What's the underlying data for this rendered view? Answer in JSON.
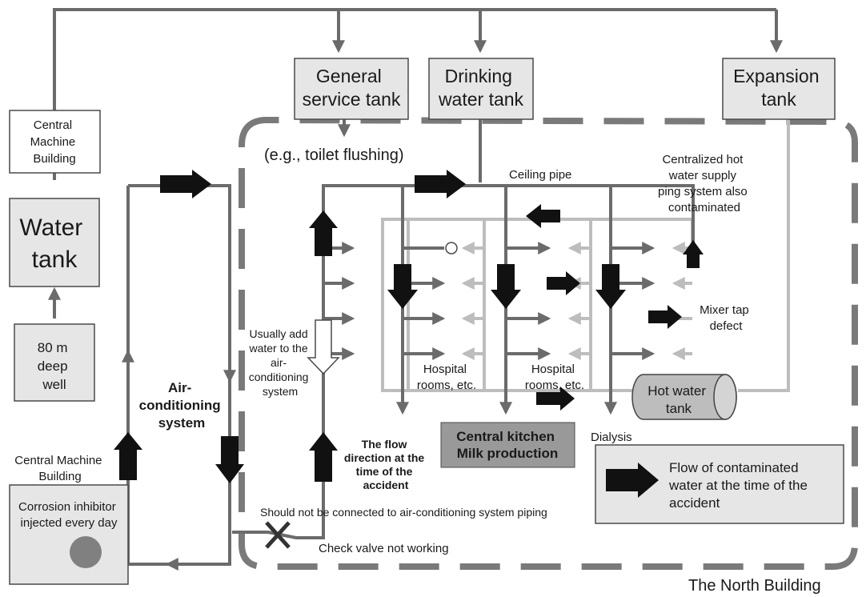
{
  "tanks": {
    "general_service": [
      "General",
      "service tank"
    ],
    "drinking_water": [
      "Drinking",
      "water tank"
    ],
    "expansion": [
      "Expansion",
      "tank"
    ],
    "water_tank": [
      "Water",
      "tank"
    ],
    "deep_well": [
      "80 m",
      "deep",
      "well"
    ],
    "central_machine_top": [
      "Central",
      "Machine",
      "Building"
    ],
    "hot_water": [
      "Hot water",
      "tank"
    ]
  },
  "labels": {
    "toilet_flushing": "(e.g., toilet flushing)",
    "ceiling_pipe": "Ceiling pipe",
    "centralized_hot_water": [
      "Centralized hot",
      "water supply",
      "ping system also",
      "contaminated"
    ],
    "mixer_tap": [
      "Mixer tap",
      "defect"
    ],
    "usually_add": [
      "Usually add",
      "water to the",
      "air-",
      "conditioning",
      "system"
    ],
    "air_conditioning": [
      "Air-",
      "conditioning",
      "system"
    ],
    "hospital_rooms_1": [
      "Hospital",
      "rooms, etc."
    ],
    "hospital_rooms_2": [
      "Hospital",
      "rooms, etc."
    ],
    "flow_direction": [
      "The flow",
      "direction at the",
      "time of the",
      "accident"
    ],
    "central_kitchen": [
      "Central kitchen",
      "Milk production"
    ],
    "dialysis": "Dialysis",
    "central_machine_bottom": [
      "Central Machine",
      "Building"
    ],
    "corrosion": [
      "Corrosion inhibitor",
      "injected every day"
    ],
    "should_not": "Should not be connected to air-conditioning system  piping",
    "check_valve": "Check valve not working",
    "north_building": "The North Building"
  },
  "legend": {
    "text": [
      "Flow of contaminated",
      "water at the time of the",
      "accident"
    ]
  },
  "colors": {
    "dark_pipe": "#6b6b6b",
    "light_pipe": "#bdbdbd",
    "box_fill": "#e6e6e6",
    "flow_arrow": "#111111"
  }
}
